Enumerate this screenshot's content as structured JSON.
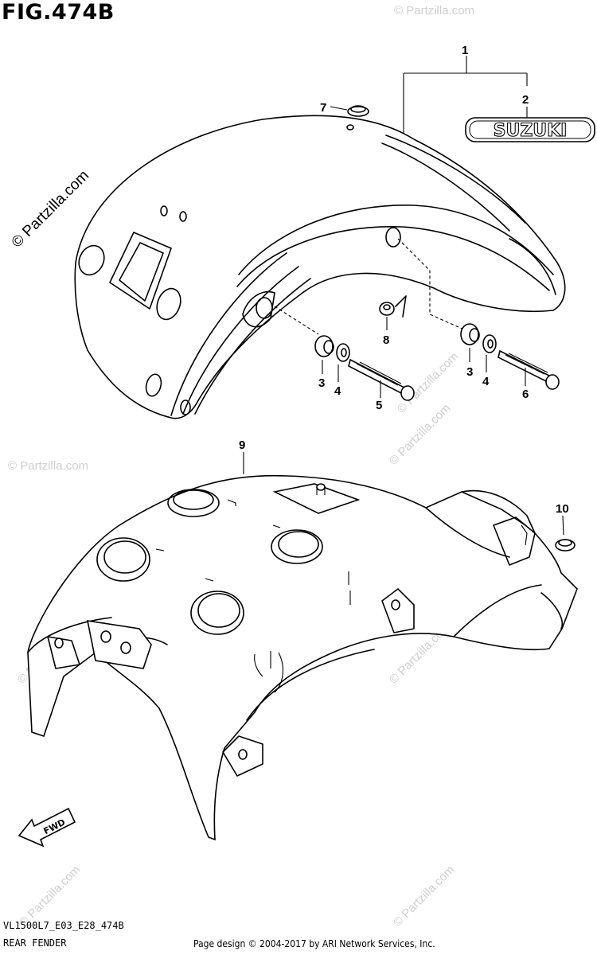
{
  "header": {
    "figure": "FIG.474B"
  },
  "watermark": {
    "main": "© Partzilla.com",
    "small": "© Partzilla.com"
  },
  "emblem": {
    "text": "SUZUKI"
  },
  "fwd": {
    "label": "FWD"
  },
  "callouts": {
    "c1": "1",
    "c2": "2",
    "c3a": "3",
    "c4a": "4",
    "c5": "5",
    "c3b": "3",
    "c4b": "4",
    "c6": "6",
    "c7": "7",
    "c8": "8",
    "c9": "9",
    "c10": "10"
  },
  "footer": {
    "code": "VL1500L7_E03_E28_474B",
    "name": "REAR FENDER",
    "credit": "Page design © 2004-2017 by ARI Network Services, Inc."
  }
}
